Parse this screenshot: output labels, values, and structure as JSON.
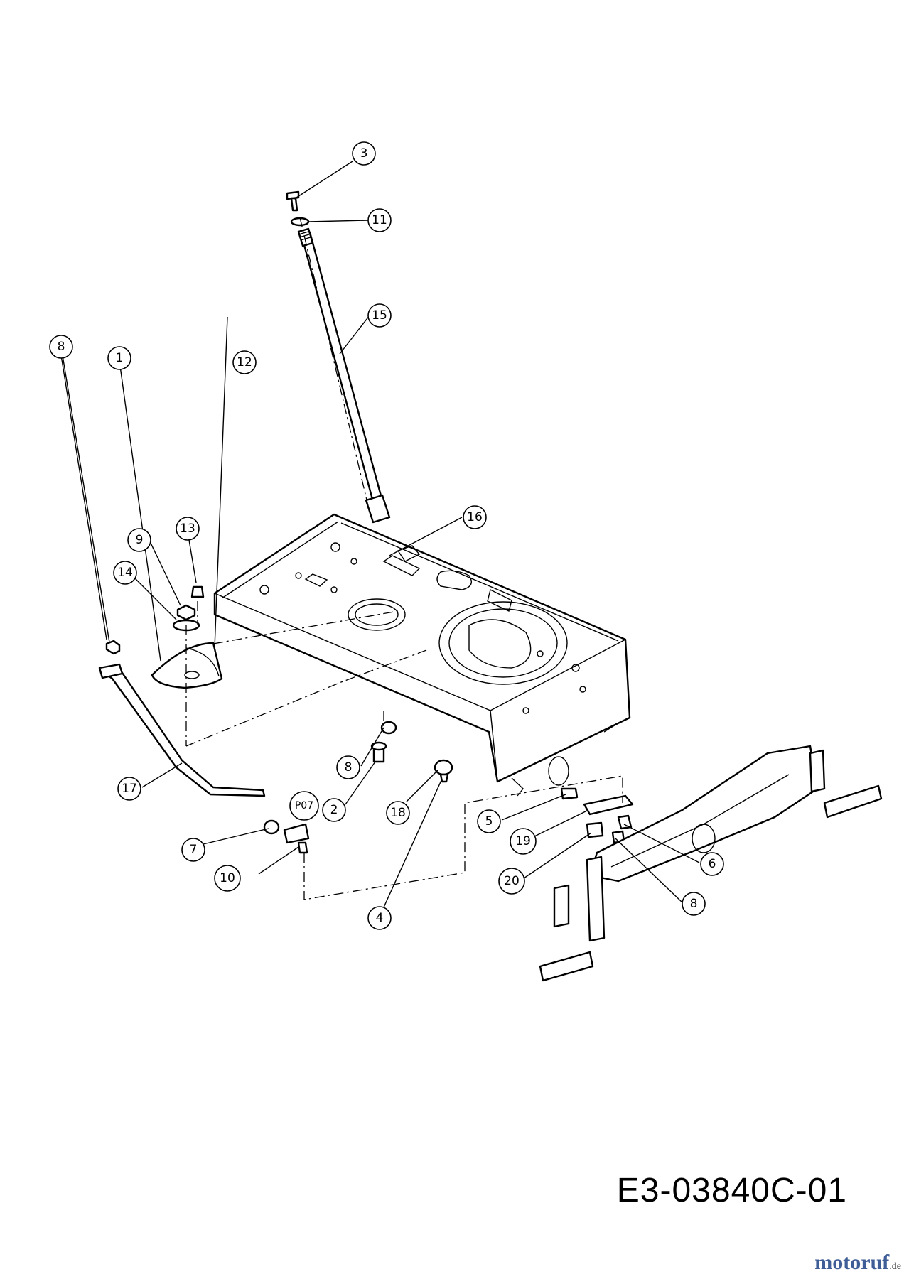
{
  "callouts": [
    {
      "label": "3"
    },
    {
      "label": "11"
    },
    {
      "label": "15"
    },
    {
      "label": "16"
    },
    {
      "label": "13"
    },
    {
      "label": "9"
    },
    {
      "label": "14"
    },
    {
      "label": "8"
    },
    {
      "label": "1"
    },
    {
      "label": "12"
    },
    {
      "label": "17"
    },
    {
      "label": "8"
    },
    {
      "label": "2"
    },
    {
      "label": "P07"
    },
    {
      "label": "18"
    },
    {
      "label": "7"
    },
    {
      "label": "10"
    },
    {
      "label": "4"
    },
    {
      "label": "5"
    },
    {
      "label": "19"
    },
    {
      "label": "6"
    },
    {
      "label": "20"
    },
    {
      "label": "8"
    }
  ],
  "drawing_code": "E3-03840C-01",
  "brand": {
    "name": "motoruf",
    "suffix": ".de",
    "color": "#3f5e97"
  }
}
